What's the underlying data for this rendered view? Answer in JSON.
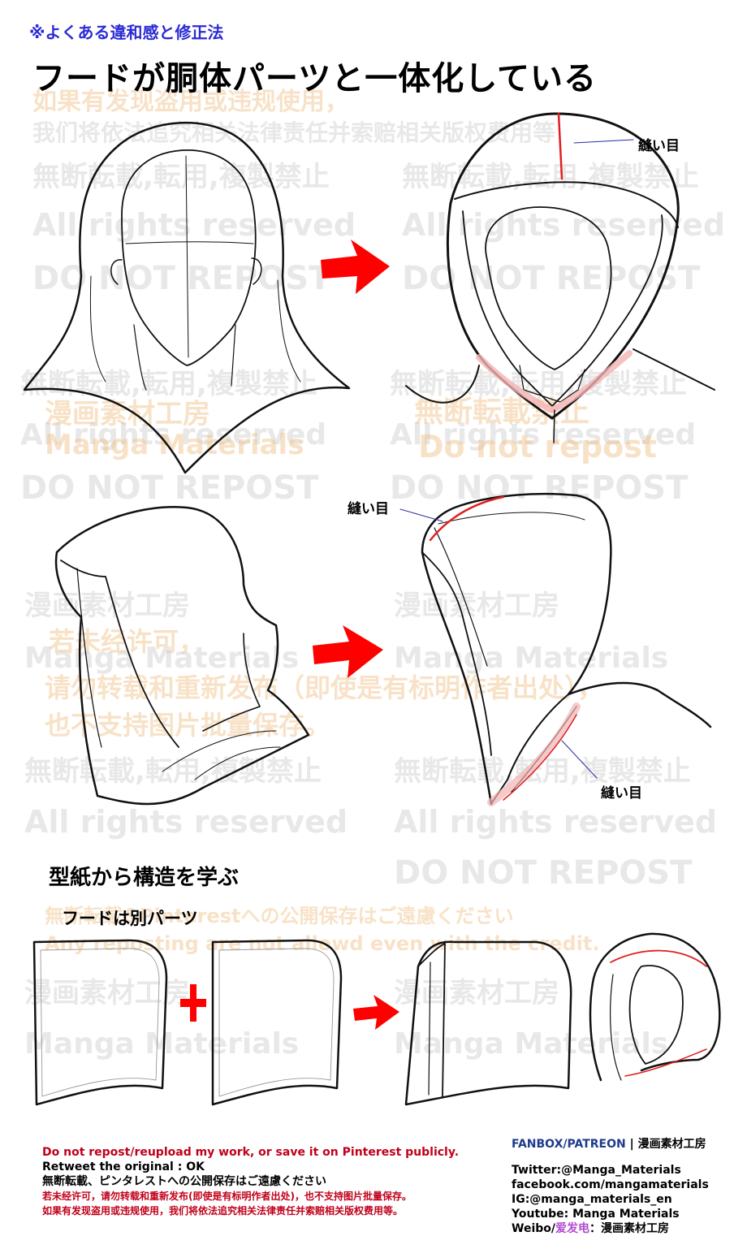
{
  "header": {
    "subtitle": "※よくある違和感と修正法",
    "title": "フードが胴体パーツと一体化している"
  },
  "watermarks": {
    "cn_line1": "如果有发现盗用或违规使用，",
    "cn_line2": "我们将依法追究相关法律责任并索赔相关版权费用等",
    "jp_no_repost": "無断転載,転用,複製禁止",
    "jp_no_repost_2": "無断転載,転用,複製禁止",
    "all_rights": "All rights reserved",
    "do_not_repost_caps": "DO NOT REPOST",
    "studio_jp": "漫画素材工房",
    "studio_en": "Manga Materials",
    "jp_short": "無断転載禁止",
    "do_not_repost": "Do not repost",
    "cn2_line1": "若未经许可，",
    "cn2_line2": "请勿转载和重新发布（即使是有标明作者出处），",
    "cn2_line3": "也不支持图片批量保存。",
    "jp_pinterest": "無断転載&Pinterestへの公開保存はご遠慮ください",
    "en_reposting": "Any reposting are not allowd even with the credit."
  },
  "labels": {
    "seam_top": "縫い目",
    "seam_mid": "縫い目",
    "seam_bottom": "縫い目"
  },
  "section": {
    "heading": "型紙から構造を学ぶ",
    "subheading": "フードは別パーツ"
  },
  "footer_left": {
    "line1": "Do not repost/reupload my work, or save it on Pinterest publicly.",
    "line2": "Retweet the original : OK",
    "line3": "無断転載、ピンタレストへの公開保存はご遠慮ください",
    "line4": "若未经许可，请勿转载和重新发布(即使是有标明作者出处)，也不支持图片批量保存。",
    "line5": "如果有发现盗用或违规使用，我们将依法追究相关法律责任并索赔相关版权费用等。"
  },
  "footer_right": {
    "fanbox": "FANBOX/PATREON",
    "fanbox_sep": " | ",
    "fanbox_name": "漫画素材工房",
    "twitter": "Twitter:@Manga_Materials",
    "facebook": "facebook.com/mangamaterials",
    "ig": "IG:@manga_materials_en",
    "youtube": "Youtube: Manga Materials",
    "weibo_prefix": "Weibo/",
    "weibo_purple": "爱发电",
    "weibo_suffix": "：漫画素材工房"
  },
  "colors": {
    "arrow": "#ff0000",
    "seam": "#e02020",
    "seam_fill": "#f4b3b3",
    "leader_line": "#2a2aa8",
    "subtitle": "#2b2bd6",
    "footer_red": "#c0001a",
    "fanbox": "#1f3b8c"
  }
}
